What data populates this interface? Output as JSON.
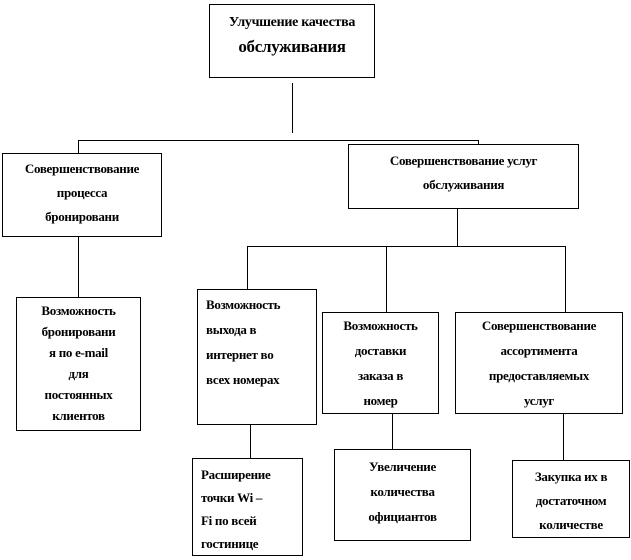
{
  "diagram": {
    "root": {
      "lines": [
        "Улучшение качества",
        "обслуживания"
      ]
    },
    "branch_booking": {
      "lines": [
        "Совершенствование",
        "процесса",
        "бронировани"
      ]
    },
    "booking_email": {
      "lines": [
        "Возможность",
        "бронировани",
        "я по e-mail",
        "для",
        "постоянных",
        "клиентов"
      ]
    },
    "branch_services": {
      "lines": [
        "Совершенствование услуг",
        "обслуживания"
      ]
    },
    "internet": {
      "lines": [
        "Возможность",
        "выхода в",
        "интернет во",
        "всех номерах"
      ]
    },
    "wifi": {
      "lines": [
        "Расширение",
        "точки Wi –",
        "Fi по всей",
        "гостинице"
      ]
    },
    "delivery": {
      "lines": [
        "Возможность",
        "доставки",
        "заказа в",
        "номер"
      ]
    },
    "waiters": {
      "lines": [
        "Увеличение",
        "количества",
        "официантов"
      ]
    },
    "assortment": {
      "lines": [
        "Совершенствование",
        "ассортимента",
        "предоставляемых",
        "услуг"
      ]
    },
    "purchase": {
      "lines": [
        "Закупка их в",
        "достаточном",
        "количестве"
      ]
    }
  }
}
